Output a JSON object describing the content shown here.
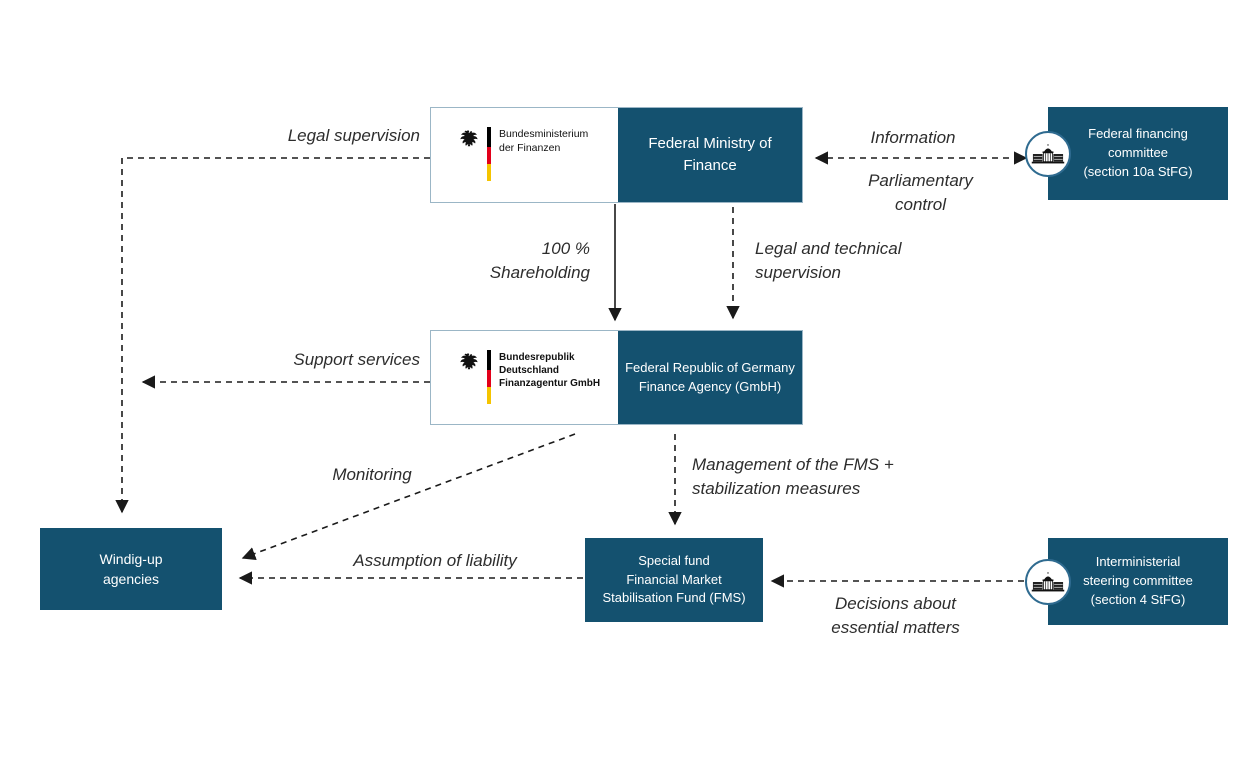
{
  "diagram": {
    "nodes": {
      "ministry": {
        "logo_text": "Bundesministerium\nder Finanzen",
        "name": "Federal Ministry of\nFinance"
      },
      "financing_committee": {
        "name": "Federal financing\ncommittee\n(section 10a StFG)"
      },
      "finance_agency": {
        "logo_text": "Bundesrepublik Deutschland\nFinanzagentur GmbH",
        "name": "Federal Republic of Germany\nFinance Agency (GmbH)"
      },
      "winding_up_agencies": {
        "name": "Windig-up\nagencies"
      },
      "fms_fund": {
        "name": "Special fund\nFinancial Market\nStabilisation Fund (FMS)"
      },
      "steering_committee": {
        "name": "Interministerial\nsteering committee\n(section 4 StFG)"
      }
    },
    "edge_labels": {
      "legal_supervision": "Legal supervision",
      "information": "Information",
      "parliamentary_control": "Parliamentary\ncontrol",
      "shareholding": "100 %\nShareholding",
      "legal_technical_supervision": "Legal and technical\nsupervision",
      "support_services": "Support services",
      "monitoring": "Monitoring",
      "management": "Management of the FMS +\nstabilization measures",
      "assumption_of_liability": "Assumption of liability",
      "decisions": "Decisions about\nessential matters"
    },
    "colors": {
      "box_blue": "#14516f",
      "box_border": "#9bb6c6",
      "label_text": "#2d2d2d",
      "arrow": "#1a1a1a",
      "flag_black": "#000000",
      "flag_red": "#e2001a",
      "flag_gold": "#f5c400"
    }
  }
}
